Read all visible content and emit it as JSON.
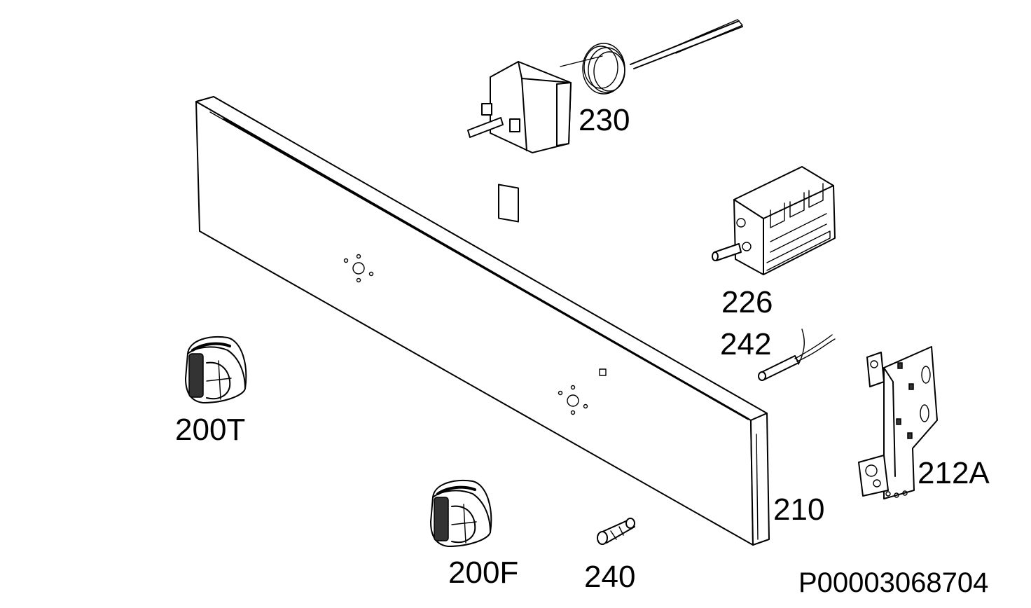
{
  "diagram": {
    "labels": {
      "thermostat": "230",
      "selector_switch": "226",
      "sensor": "242",
      "knob_top": "200T",
      "knob_front": "200F",
      "panel": "210",
      "bracket": "212A",
      "spring": "240",
      "reference": "P00003068704"
    }
  }
}
